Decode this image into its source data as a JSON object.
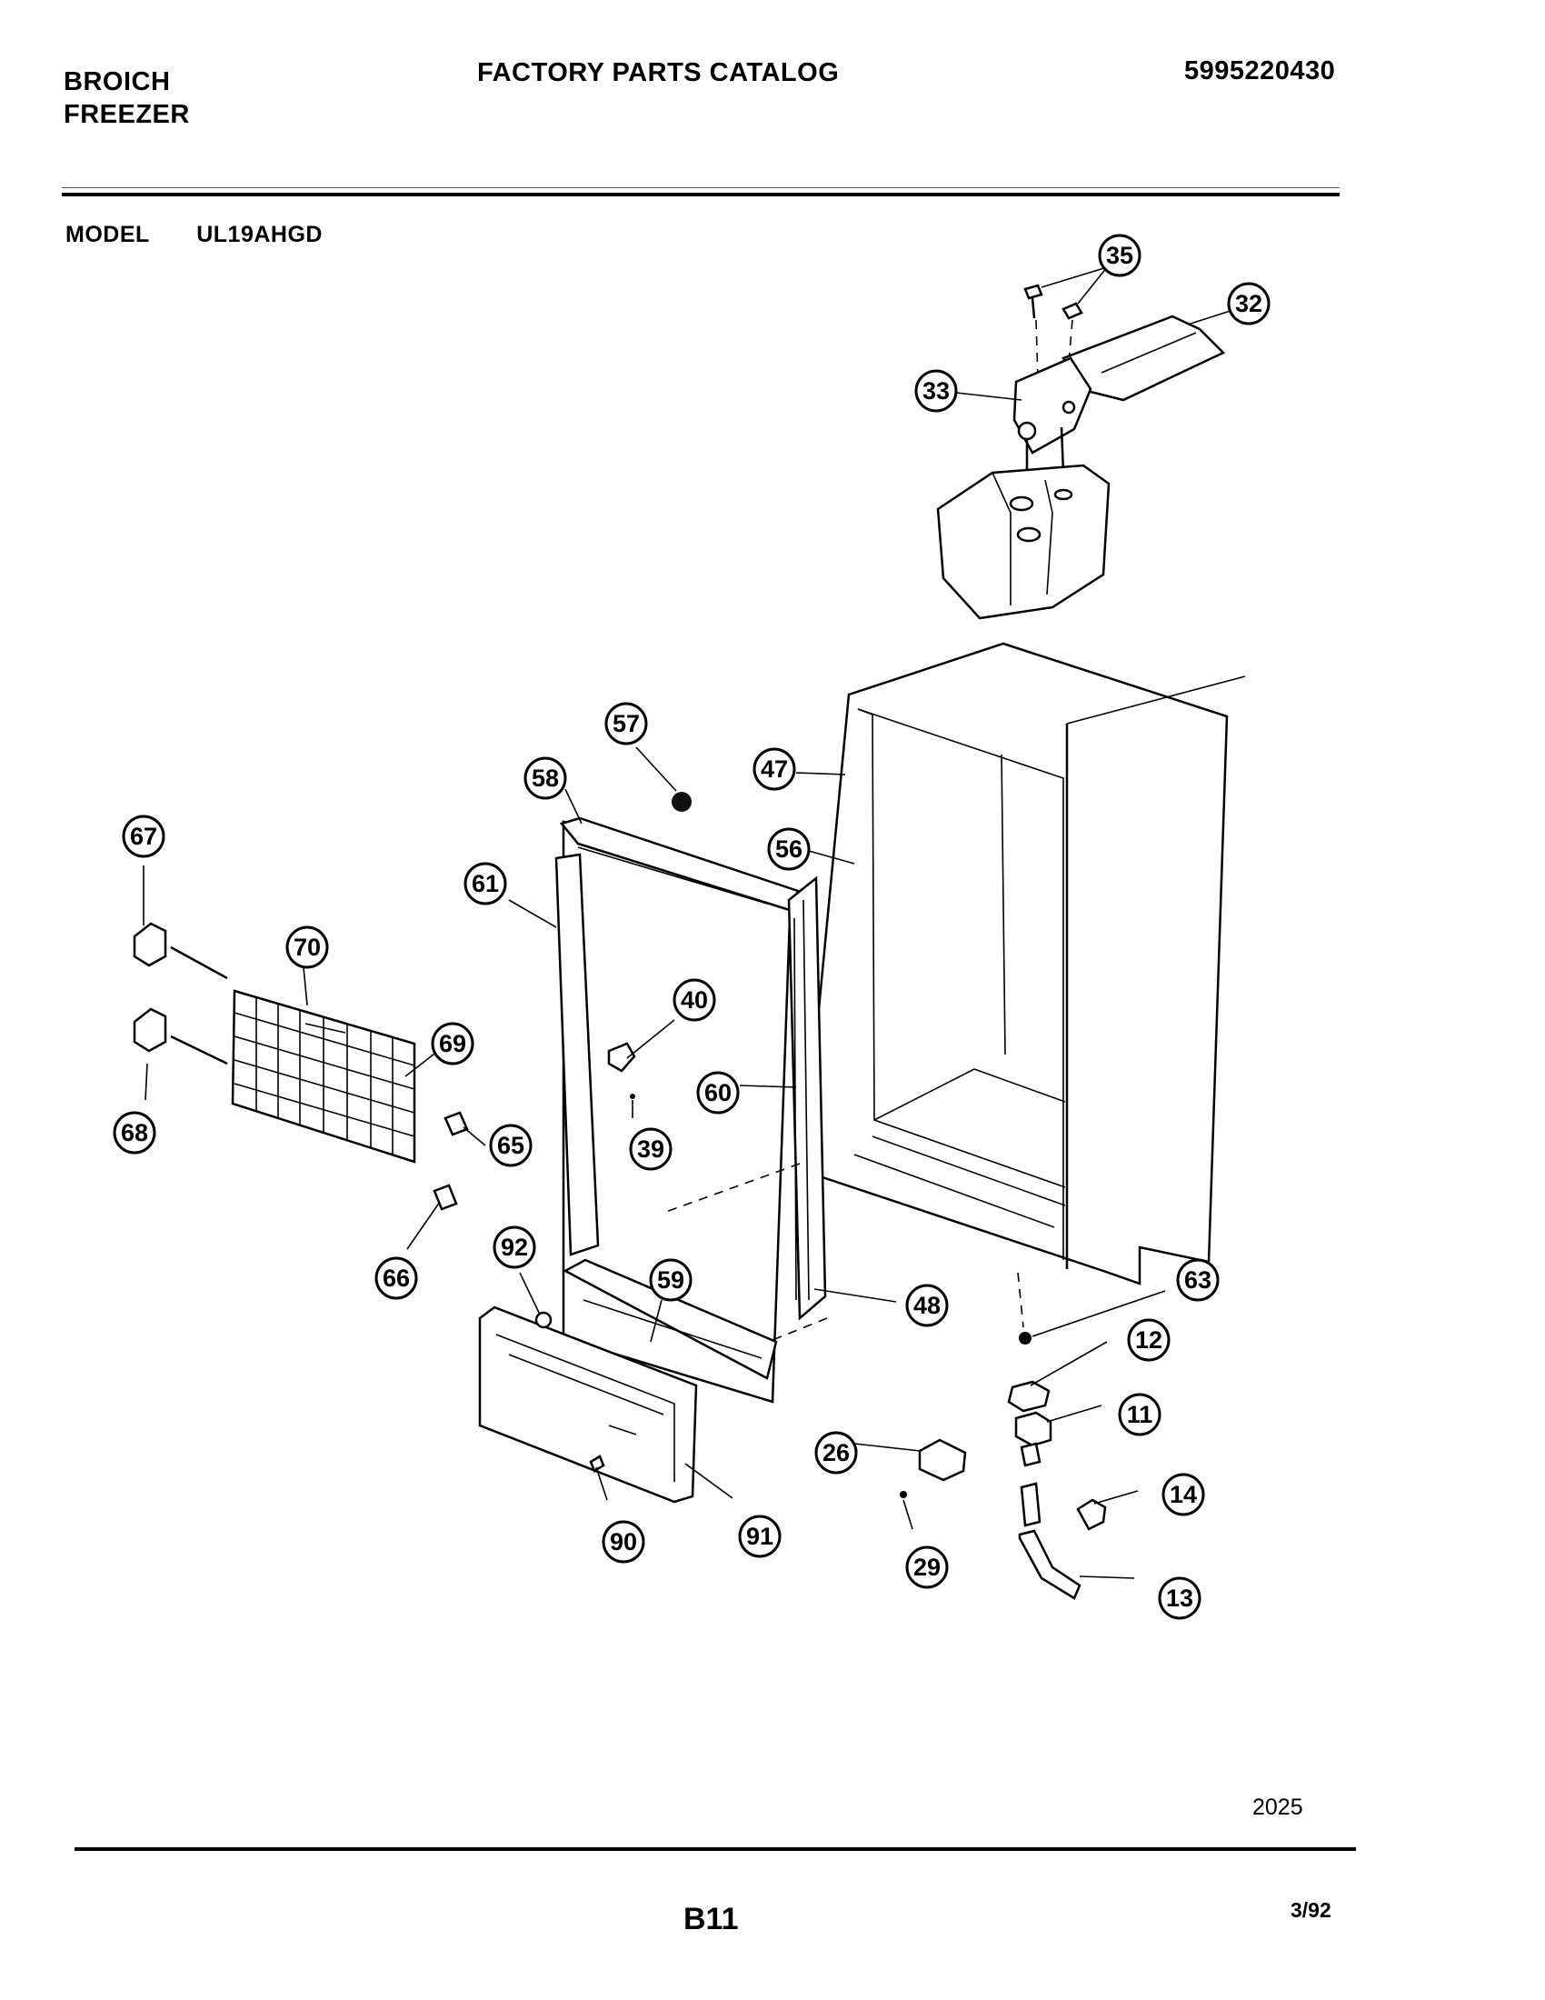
{
  "header": {
    "brand_line1": "BROICH",
    "brand_line2": "FREEZER",
    "catalog_title": "FACTORY PARTS CATALOG",
    "catalog_number": "5995220430"
  },
  "model": {
    "label": "MODEL",
    "value": "UL19AHGD"
  },
  "footer": {
    "drawing_number": "2025",
    "page_id": "B11",
    "revision_date": "3/92"
  },
  "callouts": [
    "35",
    "32",
    "33",
    "57",
    "47",
    "58",
    "56",
    "61",
    "67",
    "70",
    "40",
    "69",
    "60",
    "39",
    "65",
    "68",
    "66",
    "92",
    "59",
    "48",
    "63",
    "12",
    "11",
    "26",
    "14",
    "90",
    "91",
    "29",
    "13"
  ]
}
